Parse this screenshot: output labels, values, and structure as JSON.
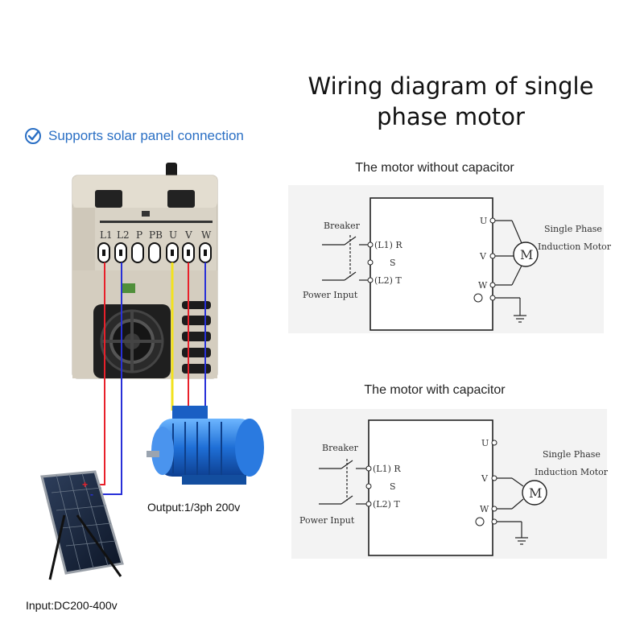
{
  "title": {
    "line1": "Wiring diagram of single",
    "line2": "phase motor"
  },
  "solar_note": {
    "text": "Supports solar panel connection",
    "icon": "check-circle-icon"
  },
  "captions": {
    "output": "Output:1/3ph 200v",
    "input": "Input:DC200-400v"
  },
  "inverter": {
    "terminals": [
      "L1",
      "L2",
      "P",
      "PB",
      "U",
      "V",
      "W"
    ]
  },
  "wire_colors": {
    "red": "#e8202a",
    "blue": "#2830d8",
    "yellow": "#f2e21e"
  },
  "diagram_without_capacitor": {
    "heading": "The motor without capacitor",
    "breaker": "Breaker",
    "power_input": "Power Input",
    "inputs": [
      "(L1) R",
      "S",
      "(L2) T"
    ],
    "outputs": [
      "U",
      "V",
      "W"
    ],
    "motor_label_line1": "Single Phase",
    "motor_label_line2": "Induction Motor",
    "motor_symbol": "M"
  },
  "diagram_with_capacitor": {
    "heading": "The motor with capacitor",
    "breaker": "Breaker",
    "power_input": "Power Input",
    "inputs": [
      "(L1) R",
      "S",
      "(L2) T"
    ],
    "outputs": [
      "U",
      "V",
      "W"
    ],
    "motor_label_line1": "Single Phase",
    "motor_label_line2": "Induction Motor",
    "motor_symbol": "M"
  }
}
